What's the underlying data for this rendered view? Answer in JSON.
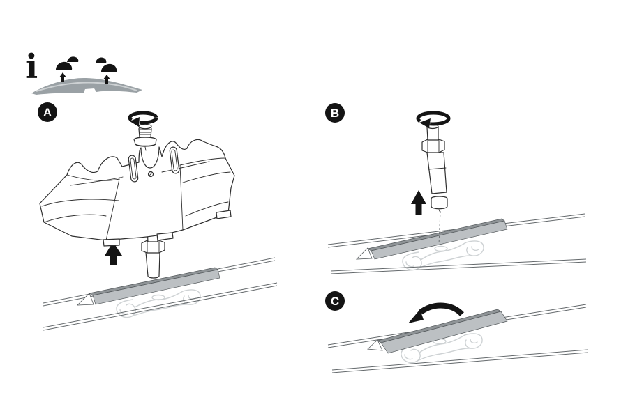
{
  "document": {
    "type": "assembly-instruction-diagram",
    "background": "#ffffff"
  },
  "info_panel": {
    "icon": "info-icon",
    "glyph": "i",
    "illustration": "car-roof-cross-section-with-two-fixpoint-cover-pairs-and-up-arrows"
  },
  "steps": [
    {
      "label": "A",
      "marker": "black-circle-letter",
      "icons": [
        "rotate-clockwise-icon",
        "arrow-up-icon"
      ],
      "illustration": "mounting-foot-pad-with-knob-above-and-threaded-stud-over-roof-fixpoint-rail"
    },
    {
      "label": "B",
      "marker": "black-circle-letter",
      "icons": [
        "rotate-clockwise-icon",
        "arrow-up-icon"
      ],
      "illustration": "threaded-stud-inserted-upward-into-roof-fixpoint-rail"
    },
    {
      "label": "C",
      "marker": "black-circle-letter",
      "icons": [
        "flip-over-arrow-icon"
      ],
      "illustration": "cover-strip-flipped-closed-on-roof-fixpoint-rail"
    }
  ],
  "colors": {
    "line": "#2e2e2e",
    "black": "#141414",
    "strip_fill": "#bcc0c3",
    "strip_edge": "#8f9497",
    "roof_silhouette": "#9aa1a5",
    "ghost_outline": "#ced2d4",
    "roof_line": "#63686b",
    "marker_bg": "#141414",
    "marker_text": "#ffffff"
  }
}
